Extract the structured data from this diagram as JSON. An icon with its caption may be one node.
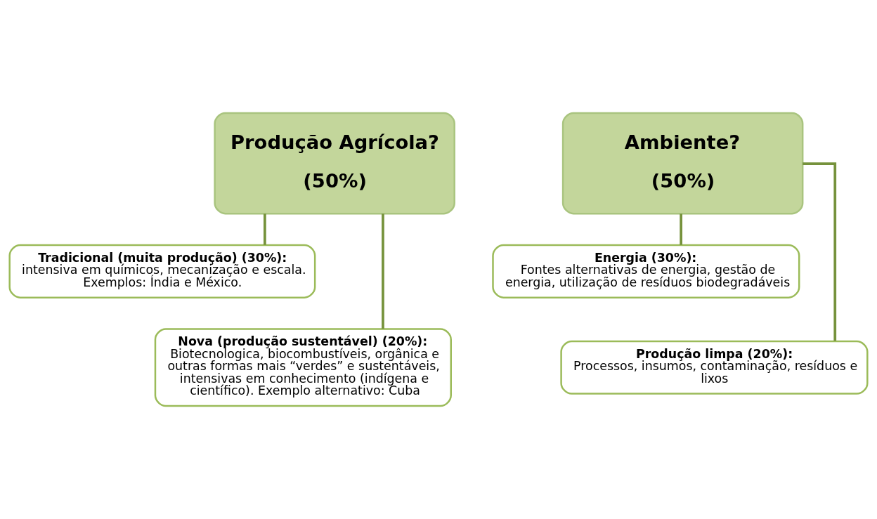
{
  "diagram": {
    "nodes": [
      {
        "text": [
          "Produção Agrícola?",
          "(50%)"
        ]
      },
      {
        "text": [
          "Tradicional (muita produção) (30%):",
          "intensiva em químicos, mecanização e escala. Exemplos: Índia e México."
        ]
      },
      {
        "text": [
          "Nova (produção sustentável) (20%):",
          "Biotecnologica, biocombustíveis, orgânica e outras formas mais “verdes” e sustentáveis, intensivas em conhecimento (indígena e científico). Exemplo alternativo: Cuba"
        ]
      },
      {
        "text": [
          "Ambiente?",
          "(50%)"
        ]
      },
      {
        "text": [
          "Energia (30%):",
          "Fontes alternativas de energia, gestão de energia, utilização de resíduos biodegradáveis"
        ]
      },
      {
        "text": [
          "Produção limpa (20%):",
          "Processos, insumos, contaminação, resíduos e lixos"
        ]
      }
    ],
    "edges": [
      {
        "from": 0,
        "to": 1,
        "arrow": "none"
      },
      {
        "from": 0,
        "to": 2,
        "arrow": "none"
      },
      {
        "from": 3,
        "to": 4,
        "arrow": "none"
      },
      {
        "from": 3,
        "to": 5,
        "arrow": "none"
      }
    ]
  }
}
